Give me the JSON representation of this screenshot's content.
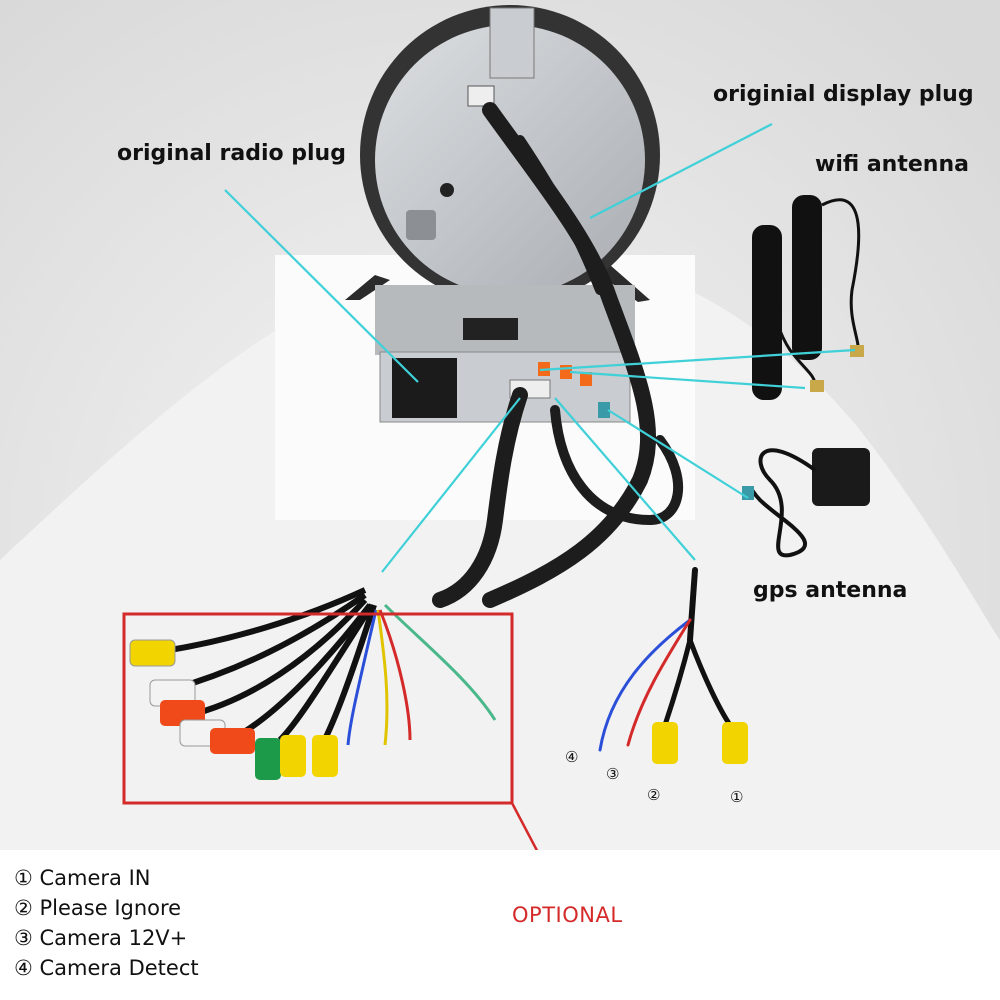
{
  "labels": {
    "display_plug": "originial display plug",
    "radio_plug": "original  radio plug",
    "wifi_antenna": "wifi antenna",
    "gps_antenna": "gps antenna",
    "optional": "OPTIONAL"
  },
  "connector_numbers": [
    "①",
    "②",
    "③",
    "④"
  ],
  "legend": [
    "① Camera IN",
    "② Please Ignore",
    "③ Camera 12V+",
    "④ Camera Detect"
  ],
  "colors": {
    "pointer_line": "#3fd0d8",
    "optional_box": "#d42a2a",
    "rca_yellow": "#f2d400",
    "rca_red": "#f04a1a",
    "rca_white": "#f3f3f3",
    "rca_green": "#1c9a4a"
  }
}
